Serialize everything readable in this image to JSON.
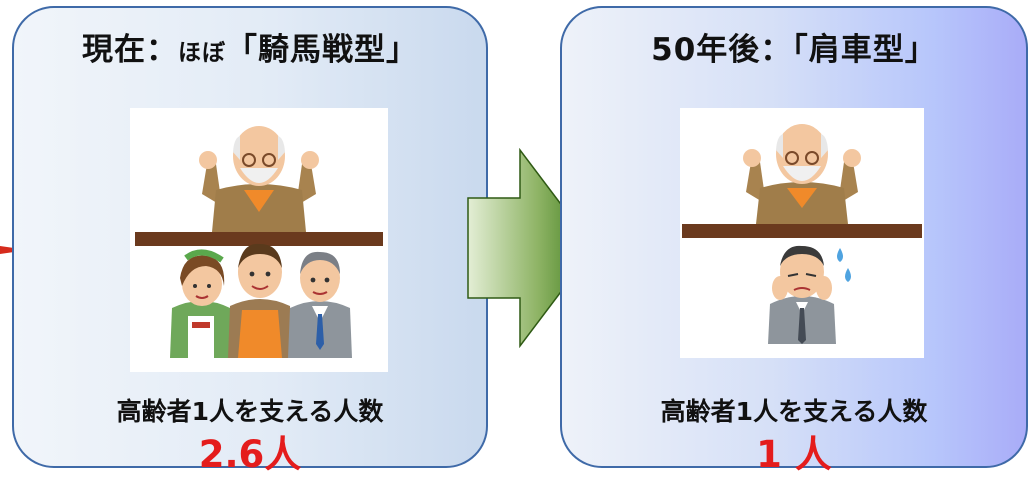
{
  "left_panel": {
    "title_main": "現在：",
    "title_small": "ほぼ",
    "title_end": "「騎馬戦型」",
    "caption": "高齢者1人を支える人数",
    "count": "2.6人"
  },
  "right_panel": {
    "title": "50年後：「肩車型」",
    "caption": "高齢者1人を支える人数",
    "count": "1 人"
  },
  "colors": {
    "panel_border": "#3f6aa8",
    "count_text": "#e41c1c",
    "arrow_light": "#d9e8c5",
    "arrow_dark": "#2f6a12",
    "bar": "#6b3a1e"
  },
  "icons": [
    "elderly-man-icon",
    "shop-clerk-woman-icon",
    "worker-man-icon",
    "businessman-icon",
    "worried-man-icon",
    "sweat-drops-icon",
    "right-arrow-icon"
  ]
}
